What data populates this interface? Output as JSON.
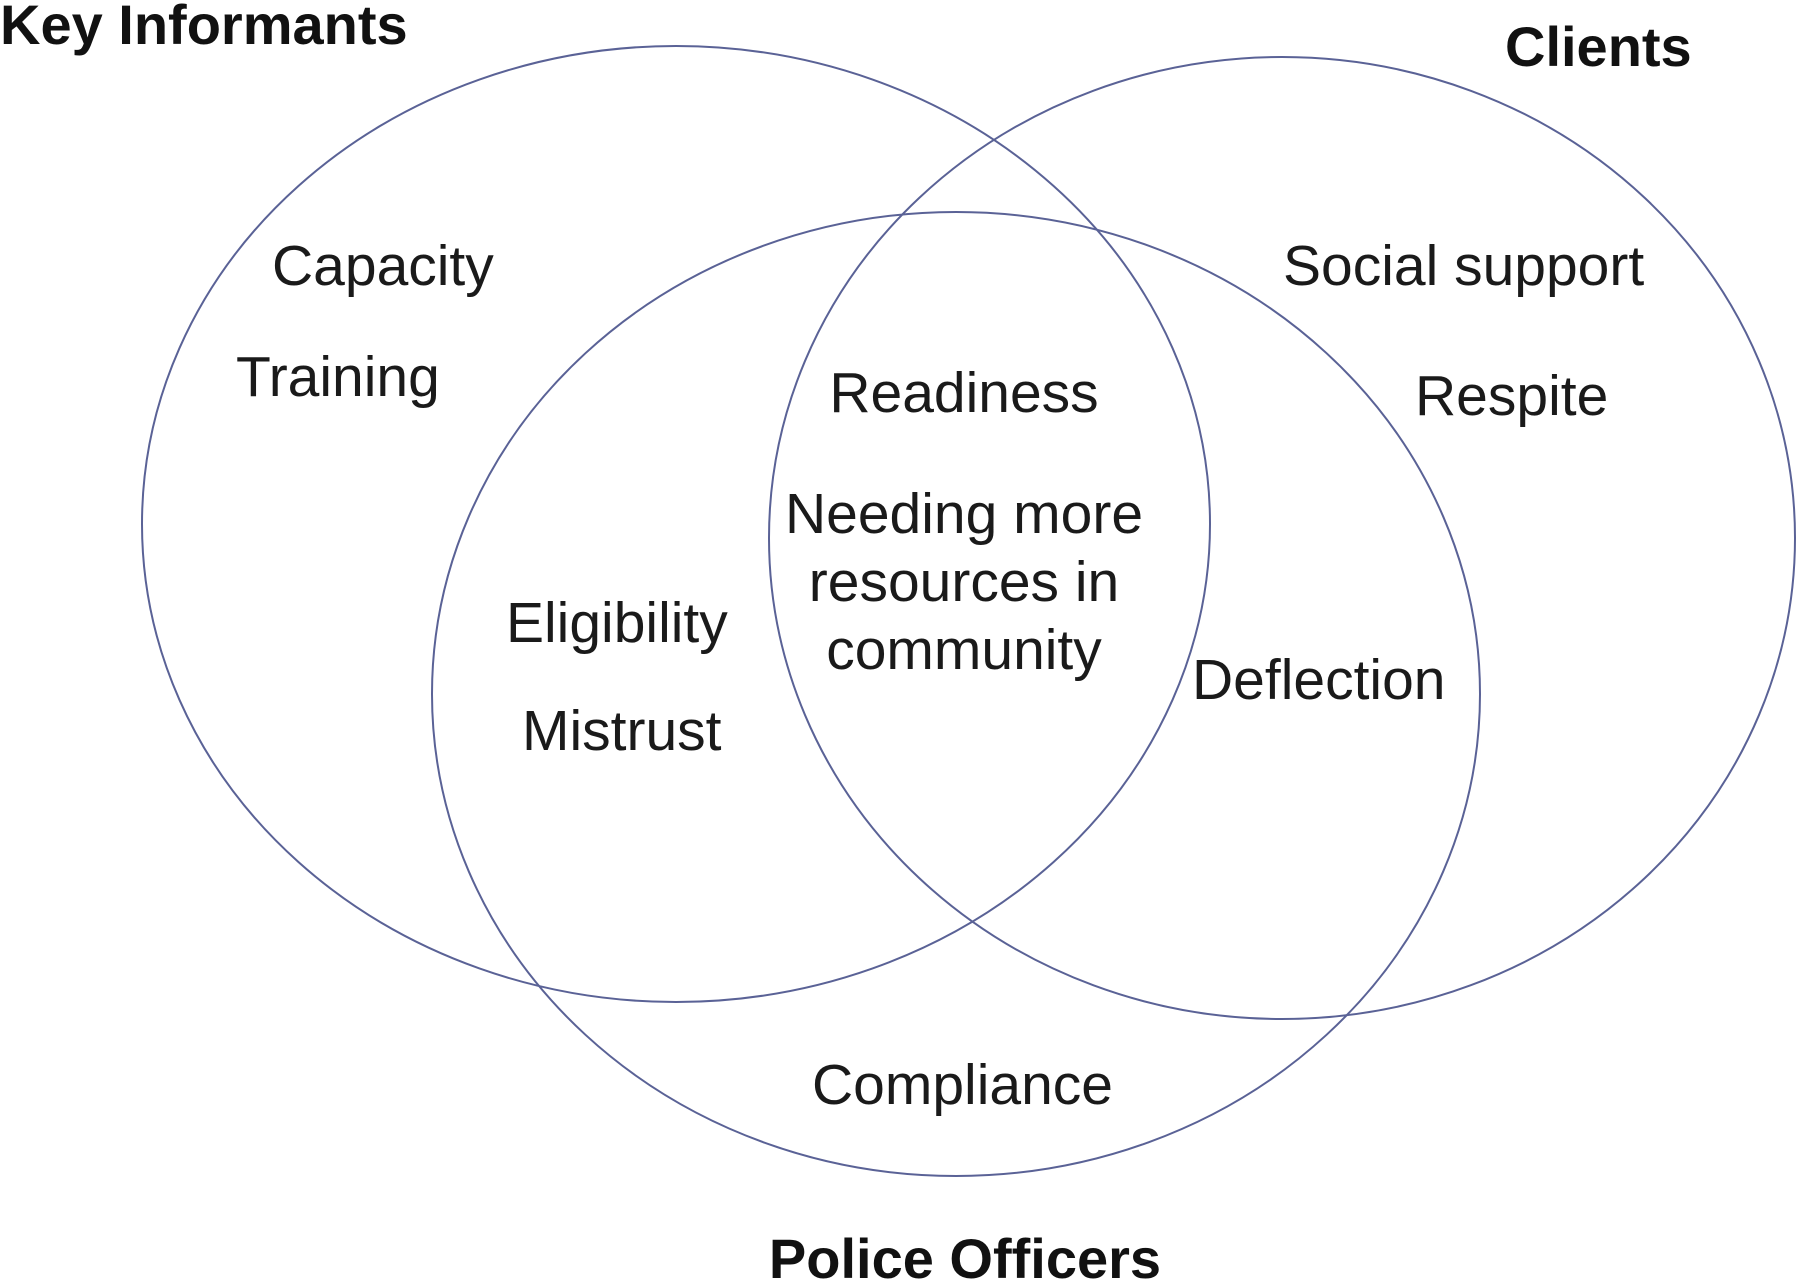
{
  "sets": {
    "key_informants": "Key Informants",
    "clients": "Clients",
    "police_officers": "Police Officers"
  },
  "regions": {
    "key_informants_only": [
      "Capacity",
      "Training"
    ],
    "clients_only": [
      "Social support",
      "Respite"
    ],
    "key_informants_and_police": [
      "Eligibility",
      "Mistrust"
    ],
    "all_three": [
      "Readiness",
      "Needing more",
      "resources in",
      "community"
    ],
    "clients_and_police": [
      "Deflection"
    ],
    "police_only": [
      "Compliance"
    ]
  },
  "colors": {
    "circle_stroke": "#5a6296",
    "text": "#1a1a1a"
  }
}
